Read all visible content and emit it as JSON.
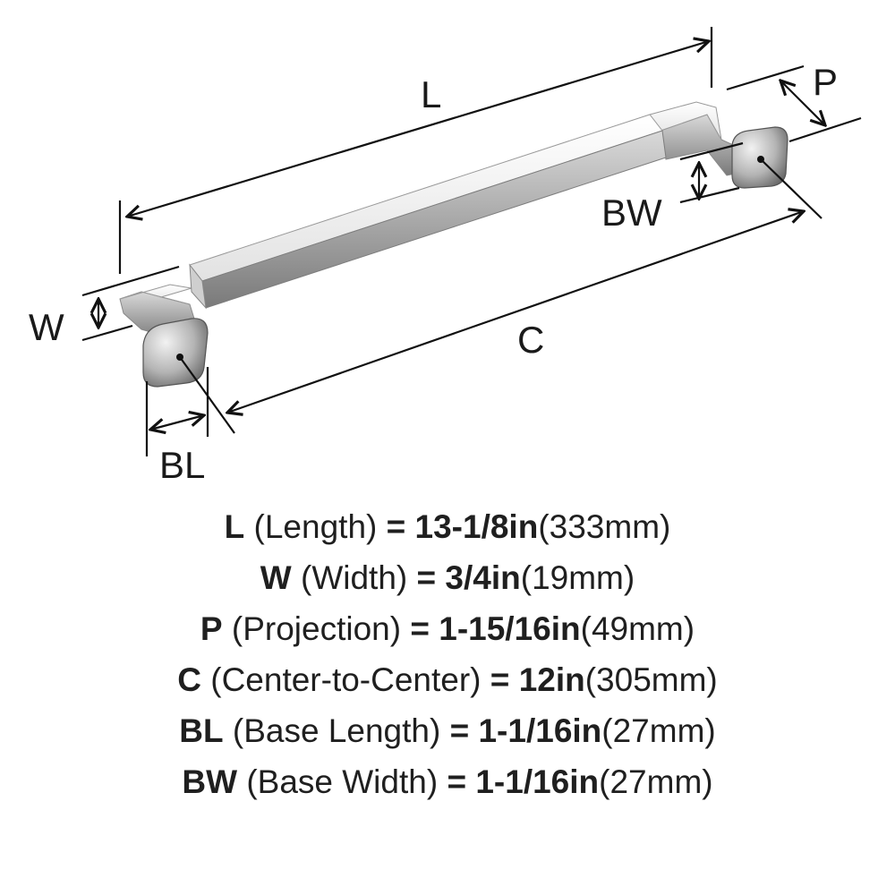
{
  "diagram": {
    "labels": {
      "L": "L",
      "W": "W",
      "P": "P",
      "C": "C",
      "BL": "BL",
      "BW": "BW"
    }
  },
  "specs": [
    {
      "abbr": "L",
      "name": "(Length)",
      "imperial": "13-1/8in",
      "metric": "(333mm)"
    },
    {
      "abbr": "W",
      "name": "(Width)",
      "imperial": "3/4in",
      "metric": "(19mm)"
    },
    {
      "abbr": "P",
      "name": "(Projection)",
      "imperial": "1-15/16in",
      "metric": "(49mm)"
    },
    {
      "abbr": "C",
      "name": "(Center-to-Center)",
      "imperial": "12in",
      "metric": "(305mm)"
    },
    {
      "abbr": "BL",
      "name": "(Base Length)",
      "imperial": "1-1/16in",
      "metric": "(27mm)"
    },
    {
      "abbr": "BW",
      "name": "(Base Width)",
      "imperial": "1-1/16in",
      "metric": "(27mm)"
    }
  ],
  "equals": "=",
  "colors": {
    "metal_light": "#f4f4f4",
    "metal_mid": "#c9c9c9",
    "metal_dark": "#6e6e6e",
    "line": "#111111"
  }
}
